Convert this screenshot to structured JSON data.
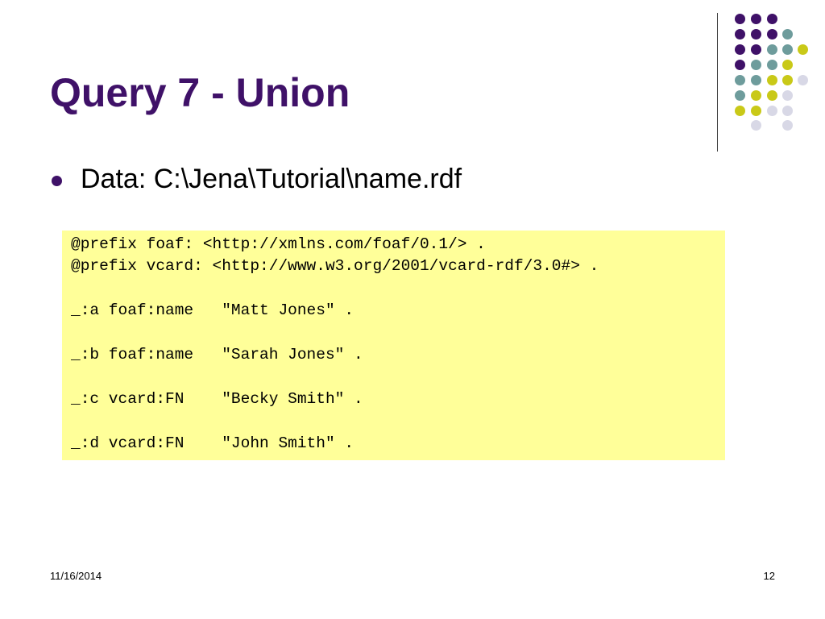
{
  "slide": {
    "title": "Query 7 - Union",
    "bullets": [
      {
        "text": "Data: C:\\Jena\\Tutorial\\name.rdf"
      }
    ],
    "code_lines": [
      "@prefix foaf: <http://xmlns.com/foaf/0.1/> .",
      "@prefix vcard: <http://www.w3.org/2001/vcard-rdf/3.0#> .",
      "",
      "_:a foaf:name   \"Matt Jones\" .",
      "",
      "_:b foaf:name   \"Sarah Jones\" .",
      "",
      "_:c vcard:FN    \"Becky Smith\" .",
      "",
      "_:d vcard:FN    \"John Smith\" ."
    ],
    "footer": {
      "date": "11/16/2014",
      "page": "12"
    }
  },
  "colors": {
    "title": "#3f1168",
    "code_background": "#ffff99",
    "dot_palette": [
      "#3f1168",
      "#6e9c9c",
      "#c9c918",
      "#d8d8e6"
    ]
  }
}
